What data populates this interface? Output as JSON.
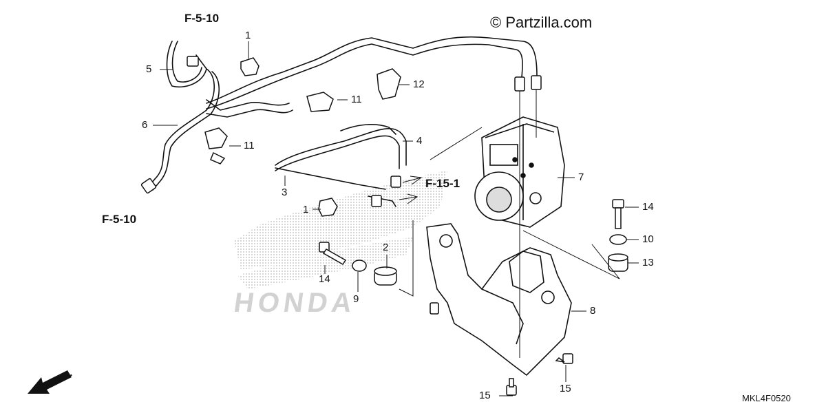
{
  "watermark": {
    "copyright": "© Partzilla.com",
    "logo_text": "HONDA"
  },
  "diagram_code": "MKL4F0520",
  "front_indicator": {
    "text": "FR."
  },
  "references": [
    {
      "id": "ref-top",
      "text": "F-5-10"
    },
    {
      "id": "ref-left",
      "text": "F-5-10"
    },
    {
      "id": "ref-center",
      "text": "F-15-1"
    }
  ],
  "callouts": [
    {
      "id": "c1a",
      "text": "1"
    },
    {
      "id": "c1b",
      "text": "1"
    },
    {
      "id": "c2",
      "text": "2"
    },
    {
      "id": "c3",
      "text": "3"
    },
    {
      "id": "c4",
      "text": "4"
    },
    {
      "id": "c5",
      "text": "5"
    },
    {
      "id": "c6",
      "text": "6"
    },
    {
      "id": "c7",
      "text": "7"
    },
    {
      "id": "c8",
      "text": "8"
    },
    {
      "id": "c9",
      "text": "9"
    },
    {
      "id": "c10",
      "text": "10"
    },
    {
      "id": "c11a",
      "text": "11"
    },
    {
      "id": "c11b",
      "text": "11"
    },
    {
      "id": "c12",
      "text": "12"
    },
    {
      "id": "c13",
      "text": "13"
    },
    {
      "id": "c14a",
      "text": "14"
    },
    {
      "id": "c14b",
      "text": "14"
    },
    {
      "id": "c15a",
      "text": "15"
    },
    {
      "id": "c15b",
      "text": "15"
    }
  ],
  "colors": {
    "line": "#111111",
    "halftone": "#c8c8c8",
    "background": "#ffffff"
  }
}
